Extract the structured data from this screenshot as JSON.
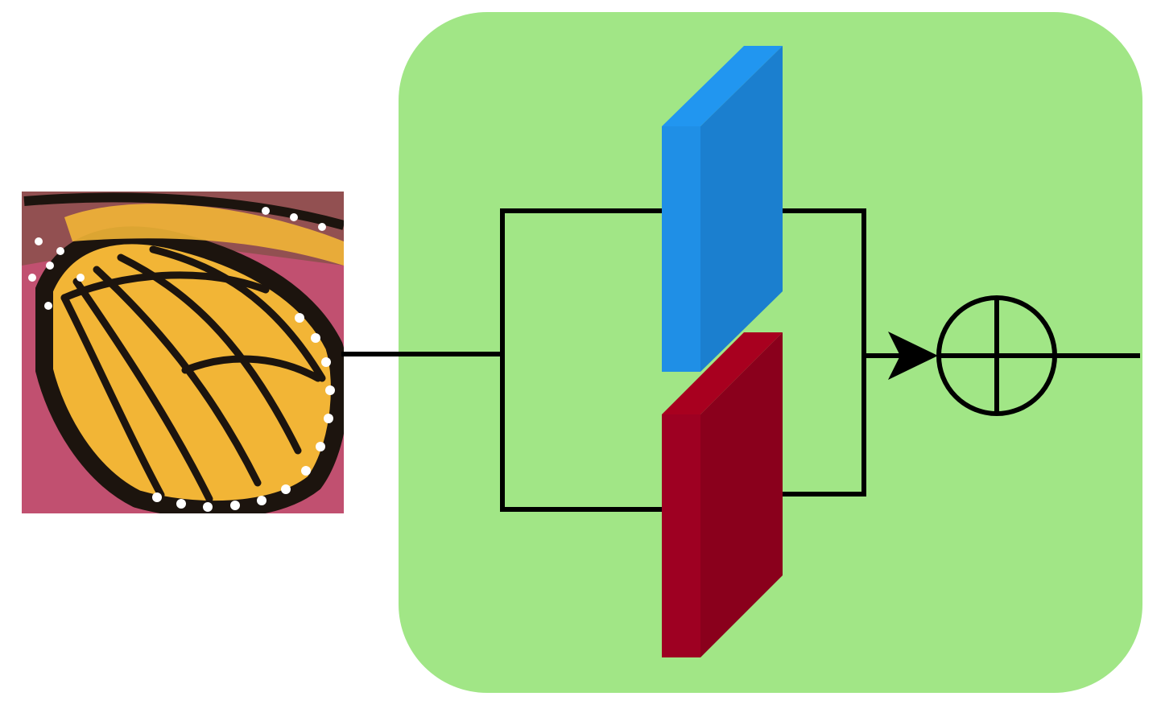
{
  "diagram": {
    "type": "block-diagram",
    "input_image": {
      "subject": "monarch-butterfly-wing-closeup",
      "wing_color": "#f2b536",
      "vein_color": "#1c140e",
      "spot_color": "#ffffff",
      "background_color": "#c15070"
    },
    "module": {
      "fill_color": "#a1e686"
    },
    "branches": [
      {
        "name": "upper-branch",
        "block": "blue-block",
        "front_color": "#1f8fe6",
        "side_color": "#1b7fcf",
        "top_color": "#2196f0"
      },
      {
        "name": "lower-branch",
        "block": "red-block",
        "front_color": "#9e0022",
        "side_color": "#8a001c",
        "top_color": "#a8001f"
      }
    ],
    "merge": {
      "operator": "element-wise-sum",
      "symbol": "circle-plus"
    },
    "line_color": "#000000"
  }
}
